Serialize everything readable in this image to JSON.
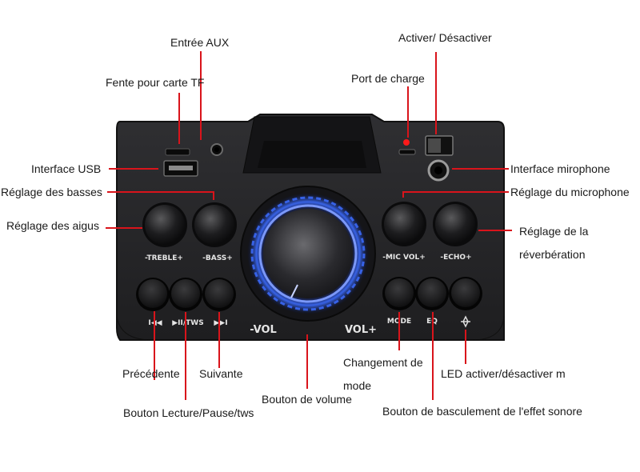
{
  "colors": {
    "leader": "#d9141b",
    "panel": "#2a2a2c",
    "panel_edge": "#141415",
    "glow": "#3c6cff",
    "label_text": "#1a1a1a"
  },
  "callouts": {
    "aux_input": "Entrée AUX",
    "on_off": "Activer/ Désactiver",
    "tf_slot": "Fente pour carte TF",
    "charge_port": "Port de charge",
    "usb": "Interface USB",
    "mic_interface": "Interface mirophone",
    "bass_adjust": "Réglage des basses",
    "mic_adjust": "Réglage du microphone",
    "treble_adjust": "Réglage des aigus",
    "reverb_line1": "Réglage de la",
    "reverb_line2": "réverbération",
    "previous": "Précédente",
    "next": "Suivante",
    "mode_line1": "Changement de",
    "mode_line2": "mode",
    "led_toggle": "LED activer/désactiver m",
    "volume_knob": "Bouton de volume",
    "play_pause": "Bouton Lecture/Pause/tws",
    "eq_toggle": "Bouton de basculement de l'effet sonore"
  },
  "panel_labels": {
    "treble": "-TREBLE+",
    "bass": "-BASS+",
    "mic_vol": "-MIC VOL+",
    "echo": "-ECHO+",
    "vol_minus": "-VOL",
    "vol_plus": "VOL+",
    "mode": "MODE",
    "eq": "EQ",
    "tws": "▶II/TWS",
    "prev_icon": "I◀◀",
    "next_icon": "▶▶I"
  }
}
